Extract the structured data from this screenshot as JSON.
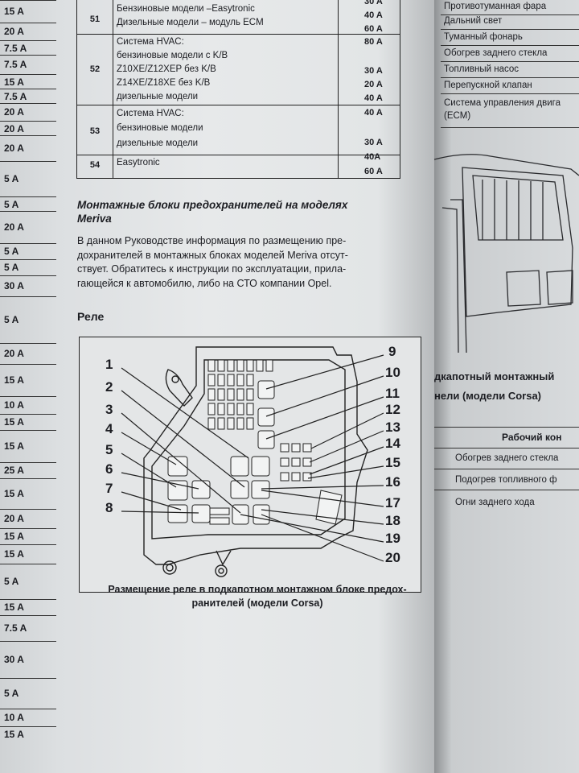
{
  "left_column": {
    "values": [
      "15 A",
      "20 A",
      "7.5 A",
      "7.5 A",
      "15 A",
      "7.5 A",
      "20 A",
      "20 A",
      "20 A",
      "5 A",
      "5 A",
      "20 A",
      "5 A",
      "5 A",
      "30 A",
      "5 A",
      "20 A",
      "15 A",
      "10 A",
      "15 A",
      "15 A",
      "25 A",
      "15 A",
      "20 A",
      "15 A",
      "15 A",
      "5 A",
      "15 A",
      "7.5 A",
      "30 A",
      "5 A",
      "10 A",
      "15 A"
    ]
  },
  "top_table": {
    "rows": [
      {
        "num": "51",
        "lines": [
          "Бензиновые модели –Easytronic",
          "Дизельные модели – модуль ECM"
        ],
        "values": [
          "30 A",
          "40 A",
          "60 A"
        ]
      },
      {
        "num": "52",
        "lines": [
          "Система HVAC:",
          "бензиновые модели с K/B",
          "Z10XE/Z12XEP без K/B",
          "Z14XE/Z18XE без K/B",
          "дизельные модели"
        ],
        "values": [
          "80 A",
          "30 A",
          "20 A",
          "40 A"
        ]
      },
      {
        "num": "53",
        "lines": [
          "Система HVAC:",
          "бензиновые модели",
          "дизельные модели"
        ],
        "values": [
          "40 A",
          "30 A",
          "40A"
        ]
      },
      {
        "num": "54",
        "lines": [
          "Easytronic"
        ],
        "values": [
          "60 A"
        ]
      }
    ]
  },
  "section": {
    "heading_lines": [
      "Монтажные блоки предохранителей на моделях",
      "Meriva"
    ],
    "paragraph_lines": [
      "В данном Руководстве информация по размещению пре-",
      "дохранителей в монтажных блоках моделей Meriva отсут-",
      "ствует. Обратитесь к инструкции по эксплуатации, прила-",
      "гающейся к автомобилю, либо на СТО компании Opel."
    ],
    "relay_title": "Реле"
  },
  "diagram": {
    "left_callouts": [
      "1",
      "2",
      "3",
      "4",
      "5",
      "6",
      "7",
      "8"
    ],
    "right_callouts": [
      "9",
      "10",
      "11",
      "12",
      "13",
      "14",
      "15",
      "16",
      "17",
      "18",
      "19",
      "20"
    ],
    "caption_lines": [
      "Размещение реле в подкапотном монтажном блоке предох-",
      "ранителей (модели Corsa)"
    ]
  },
  "right_page": {
    "top_items": [
      "Противотуманная фара",
      "Дальний свет",
      "Туманный фонарь",
      "Обогрев заднего стекла",
      "Топливный насос",
      "Перепускной клапан",
      "Система управления двига",
      "(ECM)"
    ],
    "heading_lines": [
      "дкапотный монтажный",
      "нели (модели Corsa)"
    ],
    "table_header": "Рабочий кон",
    "table_rows": [
      "Обогрев заднего стекла",
      "Подогрев топливного ф",
      "Огни заднего хода"
    ]
  }
}
